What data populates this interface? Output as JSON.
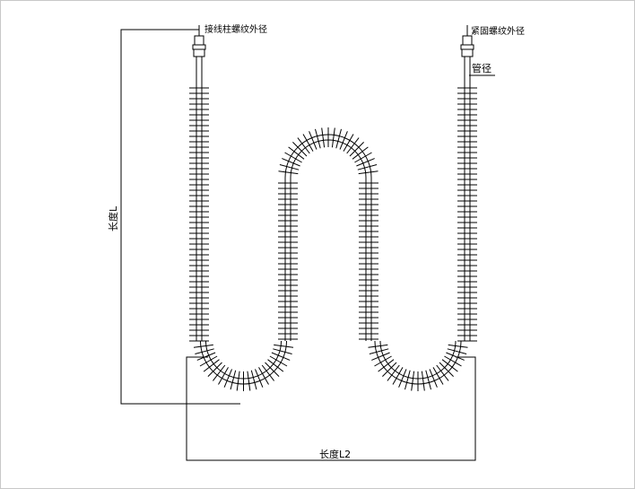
{
  "labels": {
    "left_terminal": "接线柱螺纹外径",
    "right_terminal": "紧固螺纹外径",
    "tube_diameter": "管径",
    "length_l1": "长度L",
    "length_l2": "长度L2"
  },
  "colors": {
    "line": "#000000",
    "frame": "#c8c8c8",
    "background": "#ffffff"
  }
}
